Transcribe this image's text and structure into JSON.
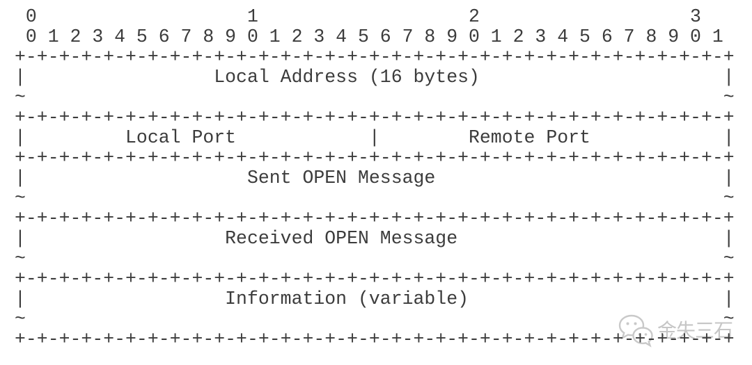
{
  "colors": {
    "background": "#ffffff",
    "diagram_text": "#3c3c3c",
    "watermark": "#c4c4c4"
  },
  "bit_ruler": {
    "tens_labels": [
      "0",
      "1",
      "2",
      "3"
    ],
    "bit_labels": "0 1 2 3 4 5 6 7 8 9 0 1 2 3 4 5 6 7 8 9 0 1 2 3 4 5 6 7 8 9 0 1"
  },
  "fields": [
    {
      "label": "Local Address (16 bytes)",
      "variable_length": true
    },
    {
      "label": "Local Port",
      "variable_length": false
    },
    {
      "label": "Remote Port",
      "variable_length": false
    },
    {
      "label": "Sent OPEN Message",
      "variable_length": true
    },
    {
      "label": "Received OPEN Message",
      "variable_length": true
    },
    {
      "label": "Information (variable)",
      "variable_length": true
    }
  ],
  "ascii_diagram": {
    "lines": [
      " 0                   1                   2                   3",
      " 0 1 2 3 4 5 6 7 8 9 0 1 2 3 4 5 6 7 8 9 0 1 2 3 4 5 6 7 8 9 0 1",
      "+-+-+-+-+-+-+-+-+-+-+-+-+-+-+-+-+-+-+-+-+-+-+-+-+-+-+-+-+-+-+-+-+",
      "|                 Local Address (16 bytes)                      |",
      "~                                                               ~",
      "+-+-+-+-+-+-+-+-+-+-+-+-+-+-+-+-+-+-+-+-+-+-+-+-+-+-+-+-+-+-+-+-+",
      "|         Local Port            |        Remote Port            |",
      "+-+-+-+-+-+-+-+-+-+-+-+-+-+-+-+-+-+-+-+-+-+-+-+-+-+-+-+-+-+-+-+-+",
      "|                    Sent OPEN Message                          |",
      "~                                                               ~",
      "+-+-+-+-+-+-+-+-+-+-+-+-+-+-+-+-+-+-+-+-+-+-+-+-+-+-+-+-+-+-+-+-+",
      "|                  Received OPEN Message                        |",
      "~                                                               ~",
      "+-+-+-+-+-+-+-+-+-+-+-+-+-+-+-+-+-+-+-+-+-+-+-+-+-+-+-+-+-+-+-+-+",
      "|                  Information (variable)                       |",
      "~                                                               ~",
      "+-+-+-+-+-+-+-+-+-+-+-+-+-+-+-+-+-+-+-+-+-+-+-+-+-+-+-+-+-+-+-+-+"
    ]
  },
  "watermark": {
    "icon": "wechat-icon",
    "text": "金失三石"
  }
}
